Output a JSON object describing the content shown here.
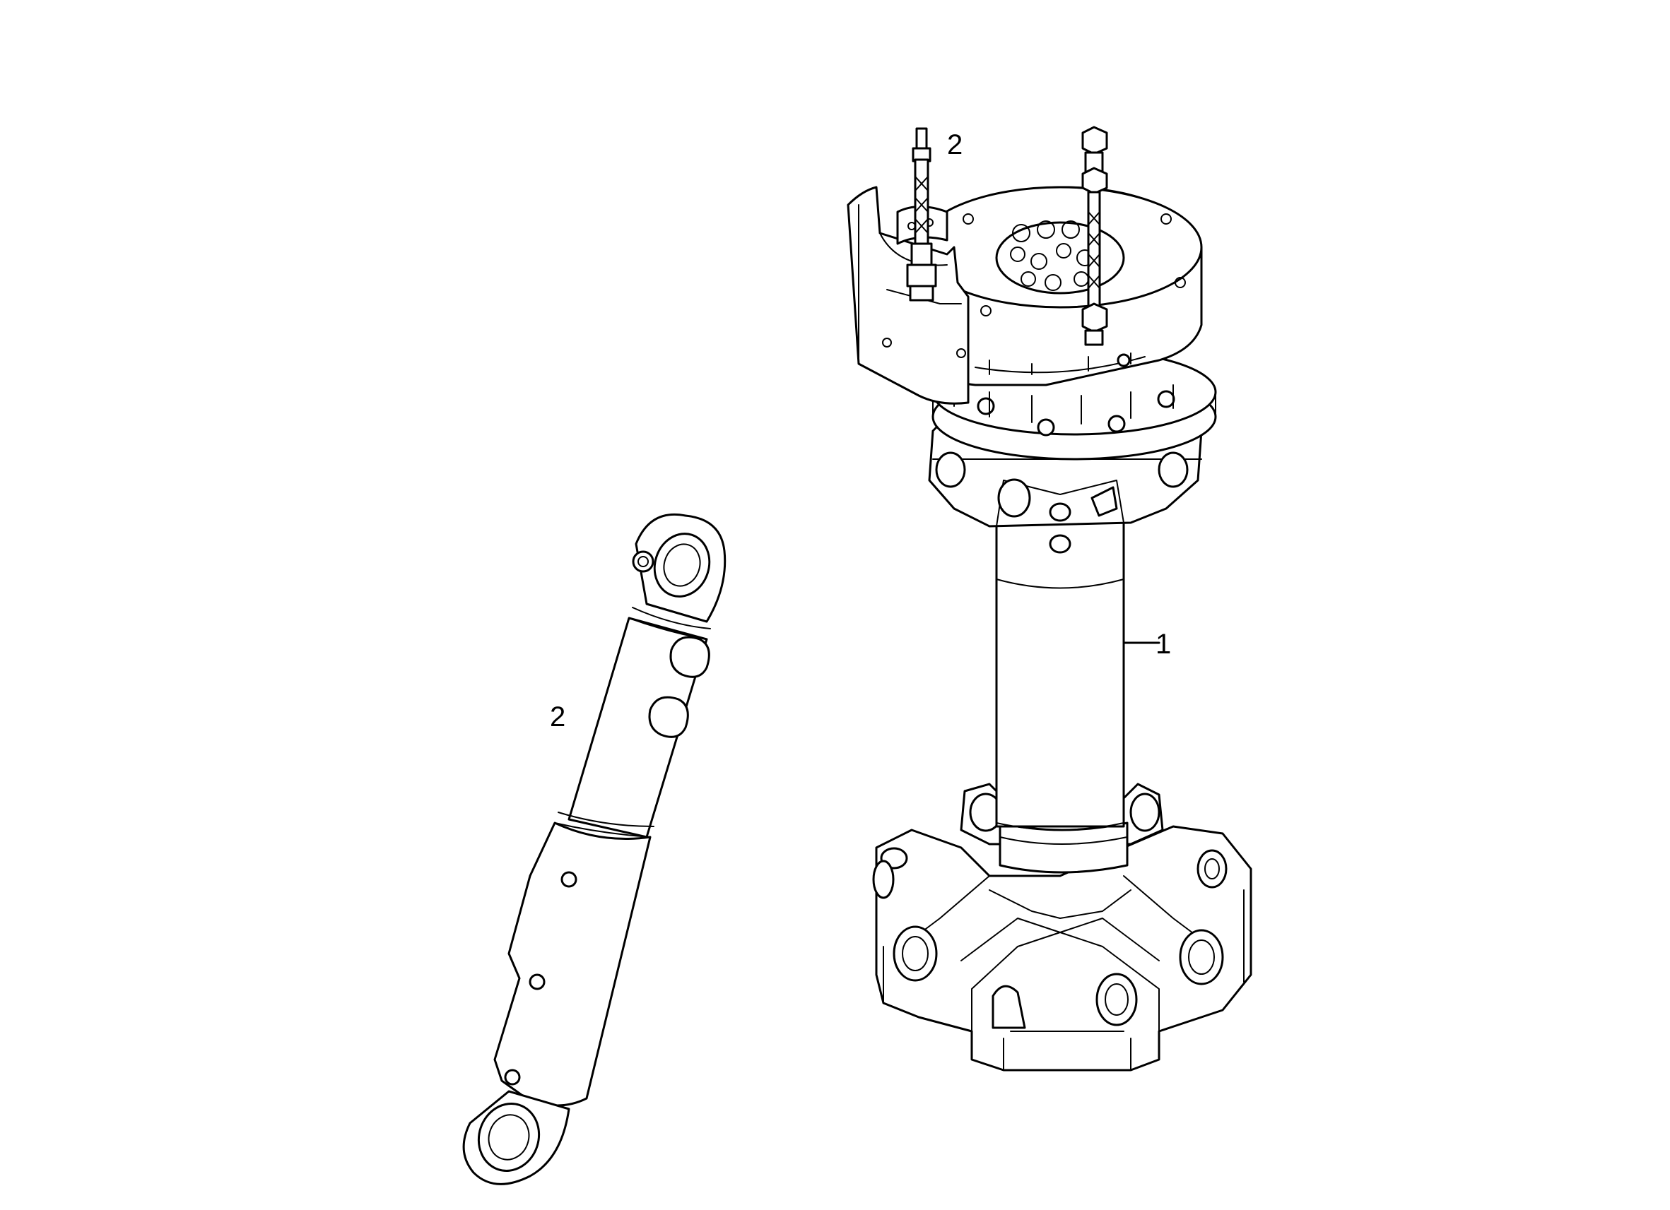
{
  "callouts": {
    "pillar": "1",
    "hose_top": "2",
    "cylinder": "2"
  }
}
